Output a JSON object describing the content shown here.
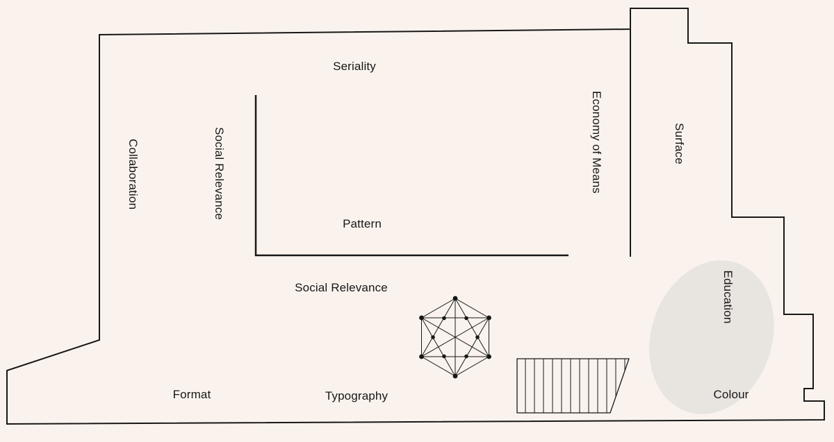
{
  "canvas": {
    "background": "#faf3ed",
    "ink": "#171717",
    "ellipse_fill": "#e8e4e0"
  },
  "labels": [
    {
      "id": "seriality",
      "text": "Seriality"
    },
    {
      "id": "collaboration",
      "text": "Collaboration"
    },
    {
      "id": "social-relevance-upper",
      "text": "Social Relevance"
    },
    {
      "id": "pattern",
      "text": "Pattern"
    },
    {
      "id": "economy-of-means",
      "text": "Economy of Means"
    },
    {
      "id": "surface",
      "text": "Surface"
    },
    {
      "id": "social-relevance-lower",
      "text": "Social Relevance"
    },
    {
      "id": "education",
      "text": "Education"
    },
    {
      "id": "colour",
      "text": "Colour"
    },
    {
      "id": "format",
      "text": "Format"
    },
    {
      "id": "typography",
      "text": "Typography"
    }
  ],
  "shapes": {
    "plan_outline": "irregular-floor-plan-outline",
    "wall_divider": "vertical-wall-line",
    "inner_room_wall": "l-shaped-inner-wall",
    "network_graph_icon": "hexagonal-node-network",
    "striped_shape": "vertical-striped-trapezoid",
    "highlight_ellipse": "soft-grey-tilted-ellipse"
  }
}
